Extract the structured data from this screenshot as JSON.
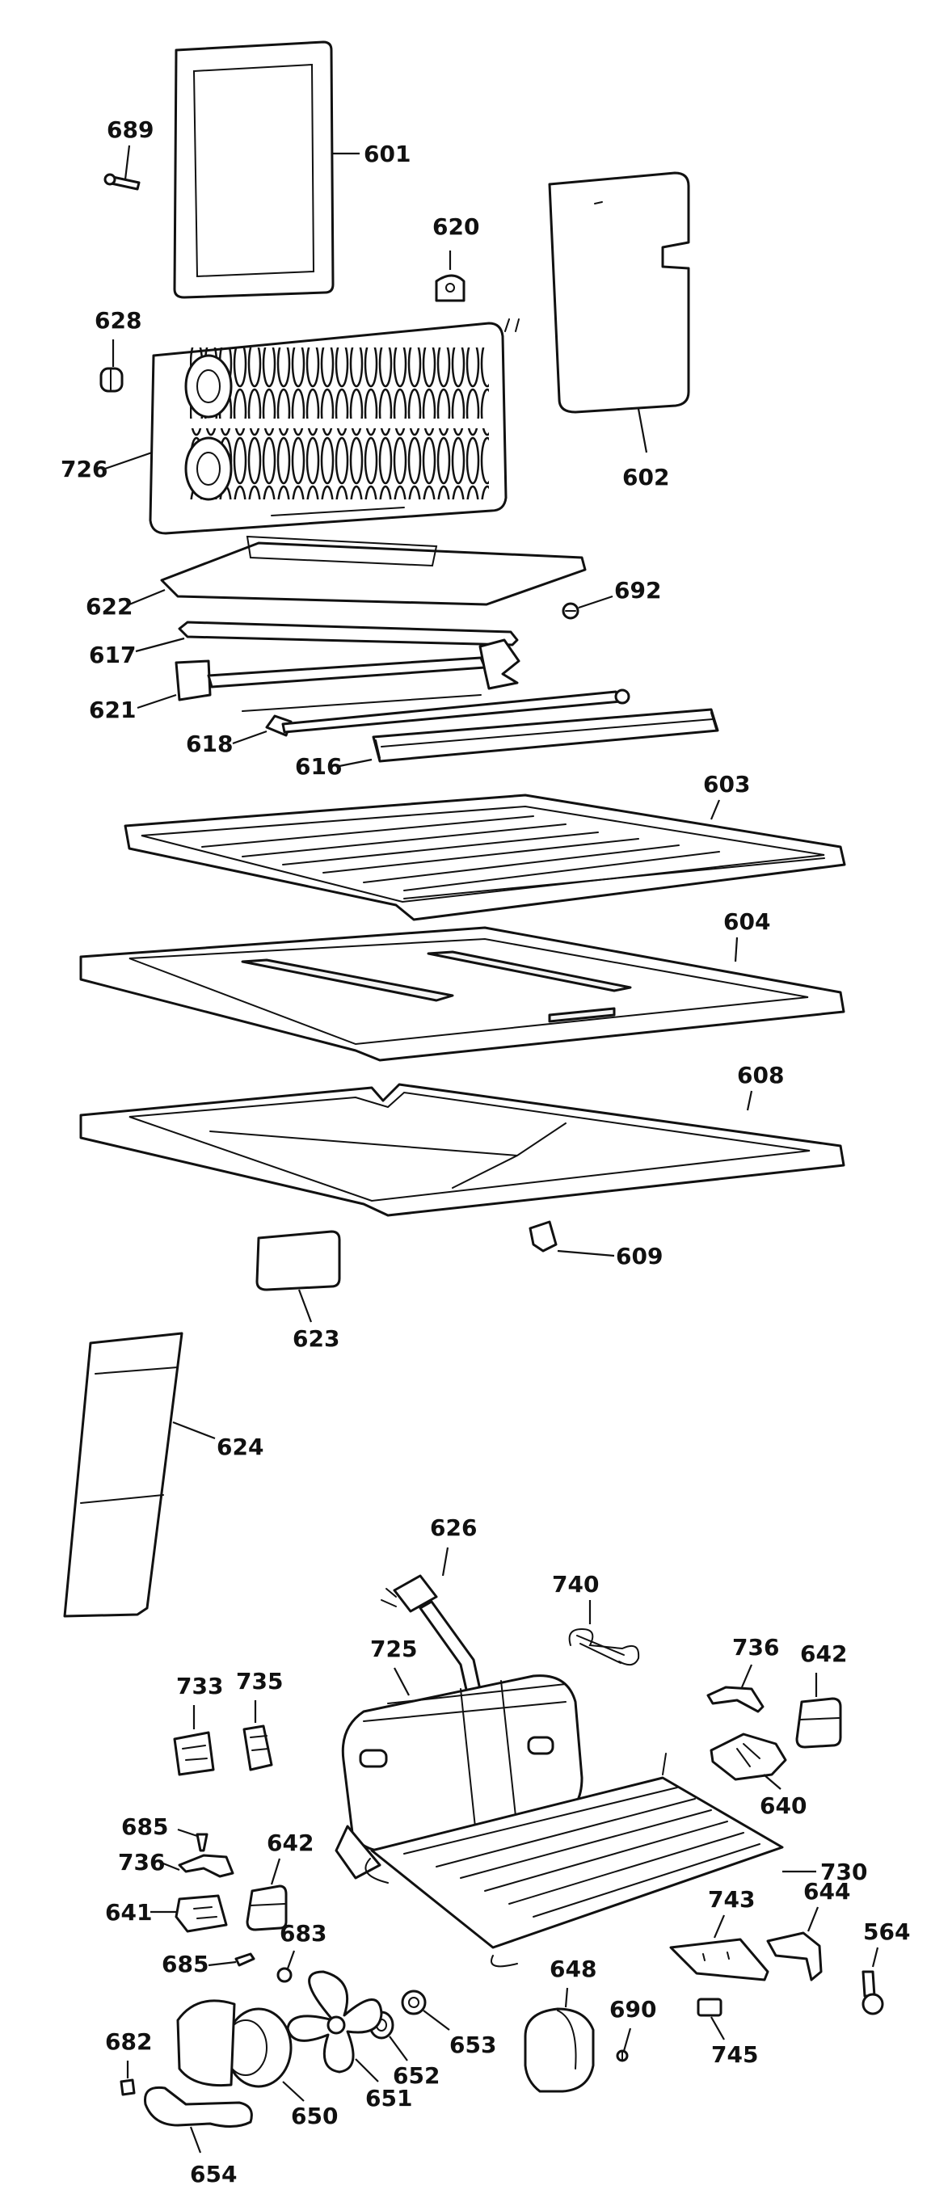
{
  "parts": {
    "p601": "601",
    "p689": "689",
    "p620": "620",
    "p602": "602",
    "p628": "628",
    "p726": "726",
    "p622": "622",
    "p692": "692",
    "p617": "617",
    "p621": "621",
    "p618": "618",
    "p616": "616",
    "p603": "603",
    "p604": "604",
    "p608": "608",
    "p609": "609",
    "p623": "623",
    "p624": "624",
    "p626": "626",
    "p740": "740",
    "p725": "725",
    "p736a": "736",
    "p642a": "642",
    "p733": "733",
    "p735": "735",
    "p640": "640",
    "p685a": "685",
    "p736b": "736",
    "p642b": "642",
    "p730": "730",
    "p641": "641",
    "p743": "743",
    "p644": "644",
    "p564": "564",
    "p685b": "685",
    "p683": "683",
    "p648": "648",
    "p690": "690",
    "p653": "653",
    "p682": "682",
    "p652": "652",
    "p745": "745",
    "p650": "650",
    "p651": "651",
    "p654": "654"
  }
}
